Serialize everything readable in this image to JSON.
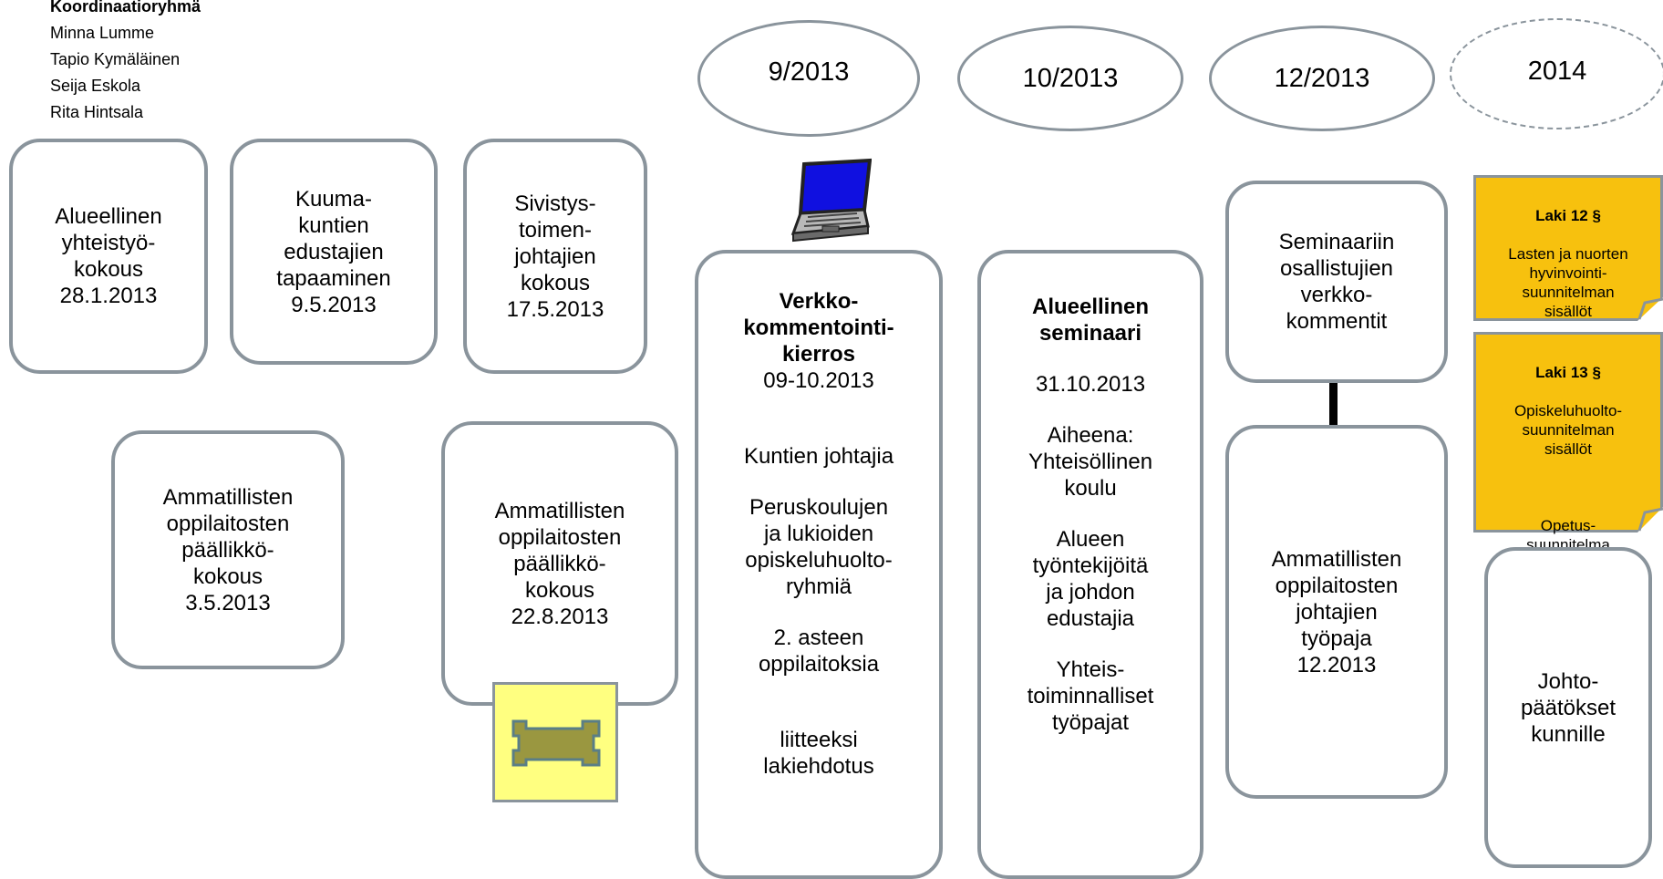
{
  "coordination_team": {
    "heading": "Koordinaatioryhmä",
    "members": [
      "Minna Lumme",
      "Tapio Kymäläinen",
      "Seija Eskola",
      "Rita Hintsala"
    ]
  },
  "timeline": {
    "periods": [
      "9/2013",
      "10/2013",
      "12/2013",
      "2014"
    ]
  },
  "meetings_top": [
    "Alueellinen\nyhteistyö-\nkokous\n28.1.2013",
    "Kuuma-\nkuntien\nedustajien\ntapaaminen\n9.5.2013",
    "Sivistys-\ntoimen-\njohtajien\nkokous\n17.5.2013"
  ],
  "meetings_bottom": [
    "Ammatillisten\noppilaitosten\npäällikkö-\nkokous\n3.5.2013",
    "Ammatillisten\noppilaitosten\npäällikkö-\nkokous\n22.8.2013"
  ],
  "online_round": {
    "title": "Verkko-\nkommentointi-\nkierros",
    "date": "09-10.2013",
    "groups": [
      "Kuntien johtajia",
      "Peruskoulujen\nja lukioiden\nopiskeluhuolto-\nryhmiä",
      "2. asteen\noppilaitoksia"
    ],
    "attachment": "liitteeksi\nlakiehdotus"
  },
  "regional_seminar": {
    "title": "Alueellinen\nseminaari",
    "date": "31.10.2013",
    "topic": "Aiheena:\nYhteisöllinen\nkoulu",
    "participants": "Alueen\ntyöntekijöitä\nja johdon\nedustajia",
    "workshops": "Yhteis-\ntoiminnalliset\ntyöpajat"
  },
  "seminar_comments": "Seminaariin\nosallistujien\nverkko-\nkommentit",
  "leaders_workshop": "Ammatillisten\noppilaitosten\njohtajien\ntyöpaja\n12.2013",
  "law_12": {
    "title": "Laki 12  §",
    "text": "Lasten ja nuorten\nhyvinvointi-\nsuunnitelman\nsisällöt"
  },
  "law_13": {
    "title": "Laki 13  §",
    "text": "Opiskeluhuolto-\nsuunnitelman\nsisällöt",
    "extra": "Opetus-\nsuunnitelma"
  },
  "decisions": "Johto-\npäätökset\nkunnille",
  "colors": {
    "border": "#8a949c",
    "note_fill": "#f7c10e",
    "video_fill": "#ffff80",
    "laptop_screen": "#1010e0"
  },
  "icons": [
    "laptop-icon",
    "video-camera-icon"
  ]
}
